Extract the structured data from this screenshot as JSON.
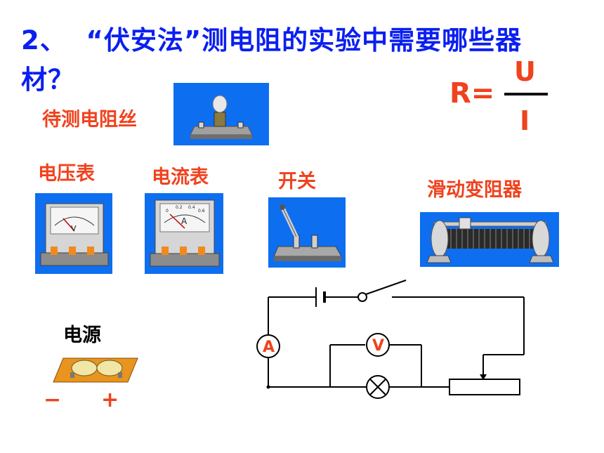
{
  "title": {
    "number": "2、",
    "text": "“伏安法”测电阻的实验中需要哪些器材？"
  },
  "formula": {
    "lhs": "R=",
    "numerator": "U",
    "denominator": "I"
  },
  "equipment": {
    "resistor_wire": "待测电阻丝",
    "voltmeter": "电压表",
    "ammeter": "电流表",
    "switch": "开关",
    "rheostat": "滑动变阻器",
    "power_supply": "电源"
  },
  "meter_faces": {
    "voltmeter_letter": "V",
    "ammeter_letter": "A",
    "ammeter_scale": [
      "0",
      "0.2",
      "0.4",
      "0.6"
    ]
  },
  "battery_signs": {
    "negative": "−",
    "positive": "+"
  },
  "circuit": {
    "ammeter_symbol": "A",
    "voltmeter_symbol": "V"
  },
  "colors": {
    "title": "#0a1ff0",
    "label": "#f0421e",
    "panel": "#0e6ef0"
  }
}
